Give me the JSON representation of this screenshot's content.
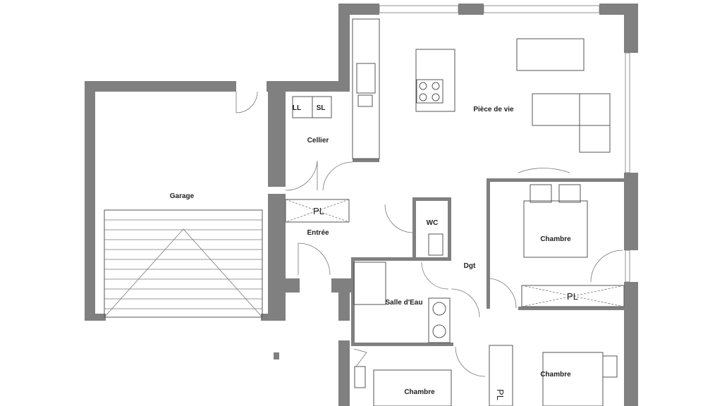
{
  "rooms": {
    "garage": "Garage",
    "cellier": "Cellier",
    "ll": "LL",
    "sl": "SL",
    "entree": "Entrée",
    "wc": "WC",
    "dgt": "Dgt",
    "salle_eau": "Salle d'Eau",
    "piece_de_vie": "Pièce de vie",
    "chambre_1": "Chambre",
    "chambre_2": "Chambre",
    "chambre_3": "Chambre"
  },
  "closets": {
    "entree": "PL",
    "chambre_1": "PL",
    "chambre_2": "PL"
  },
  "colors": {
    "wall": "#808080",
    "line": "#555555"
  }
}
